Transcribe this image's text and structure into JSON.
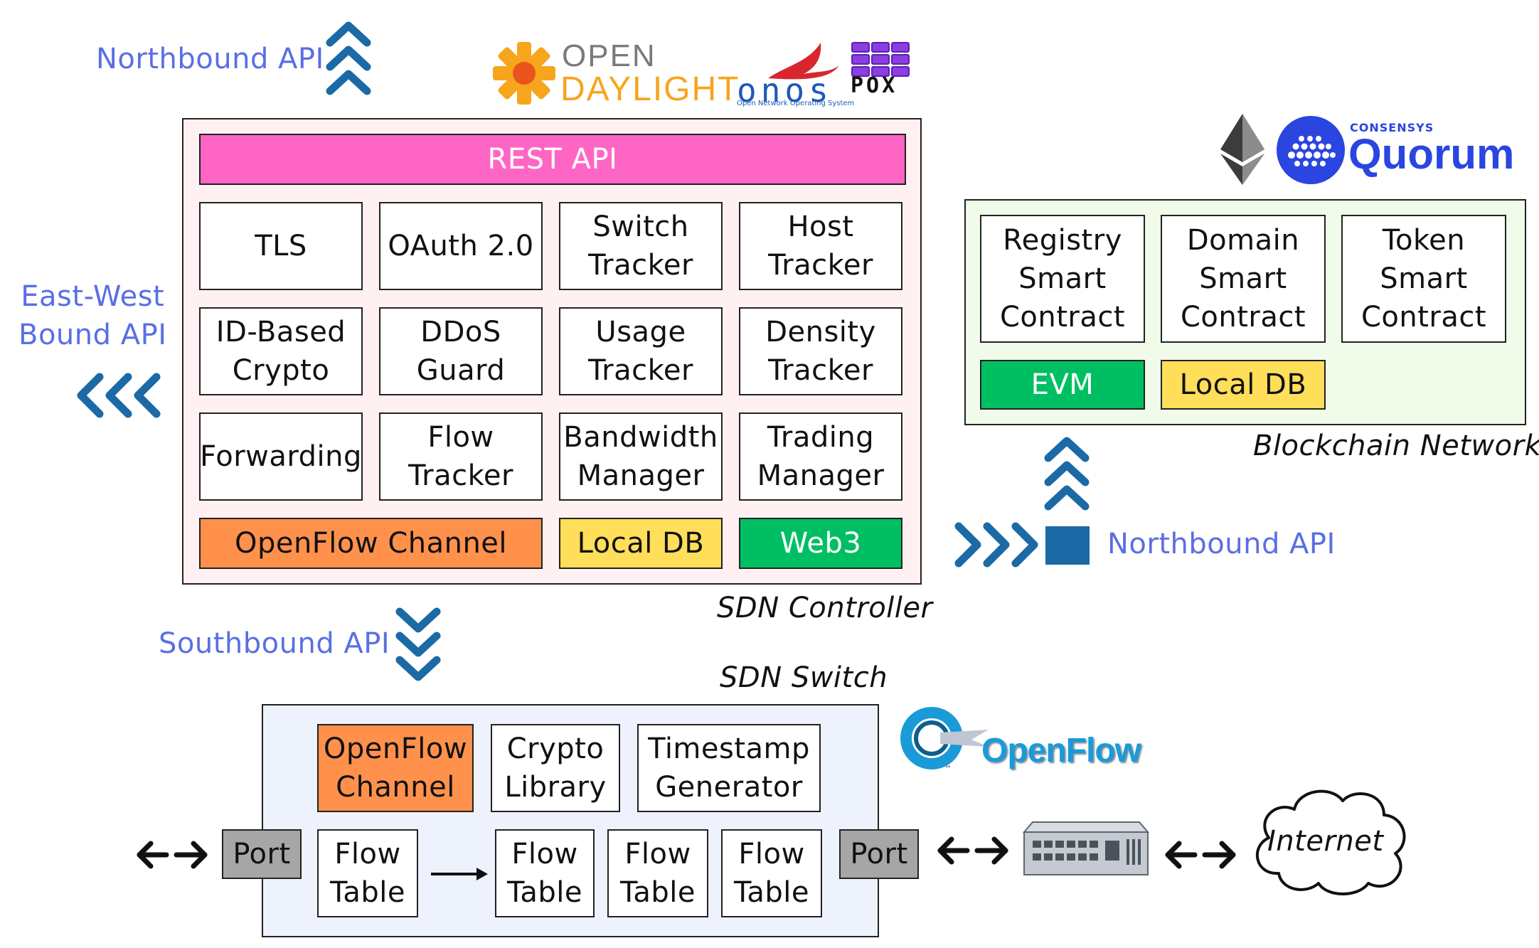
{
  "apis": {
    "northbound_top": "Northbound API",
    "east_west": "East-West\nBound API",
    "southbound": "Southbound API",
    "northbound_right": "Northbound API"
  },
  "logos": {
    "opendaylight_line1": "OPEN",
    "opendaylight_line2": "DAYLIGHT",
    "onos": "onos",
    "onos_sub": "Open Network Operating System",
    "pox": "POX",
    "consensys": "CONSENSYS",
    "quorum": "Quorum",
    "openflow": "OpenFlow"
  },
  "controller": {
    "caption": "SDN Controller",
    "rest_api": "REST API",
    "modules": [
      "TLS",
      "OAuth 2.0",
      "Switch\nTracker",
      "Host\nTracker",
      "ID-Based\nCrypto",
      "DDoS\nGuard",
      "Usage\nTracker",
      "Density\nTracker",
      "Forwarding",
      "Flow\nTracker",
      "Bandwidth\nManager",
      "Trading\nManager"
    ],
    "openflow_channel": "OpenFlow Channel",
    "local_db": "Local DB",
    "web3": "Web3"
  },
  "blockchain": {
    "caption": "Blockchain Network",
    "contracts": [
      "Registry\nSmart\nContract",
      "Domain\nSmart\nContract",
      "Token\nSmart\nContract"
    ],
    "evm": "EVM",
    "local_db": "Local DB"
  },
  "switch": {
    "caption": "SDN Switch",
    "openflow_channel": "OpenFlow\nChannel",
    "crypto_library": "Crypto\nLibrary",
    "timestamp_generator": "Timestamp\nGenerator",
    "port_left": "Port",
    "port_right": "Port",
    "flow_tables": [
      "Flow\nTable",
      "Flow\nTable",
      "Flow\nTable",
      "Flow\nTable"
    ]
  },
  "internet": "Internet",
  "colors": {
    "api_text": "#5a6fe3",
    "chevron": "#1b6aa5",
    "rest_api": "#ff66c4",
    "openflow_orange": "#ff914d",
    "local_db_yellow": "#ffde59",
    "green": "#00bf63",
    "controller_bg": "#fff1f1",
    "blockchain_bg": "#f1fbe9",
    "switch_bg": "#eef2fd",
    "port_gray": "#a6a6a6",
    "quorum_blue": "#2a45e0"
  }
}
